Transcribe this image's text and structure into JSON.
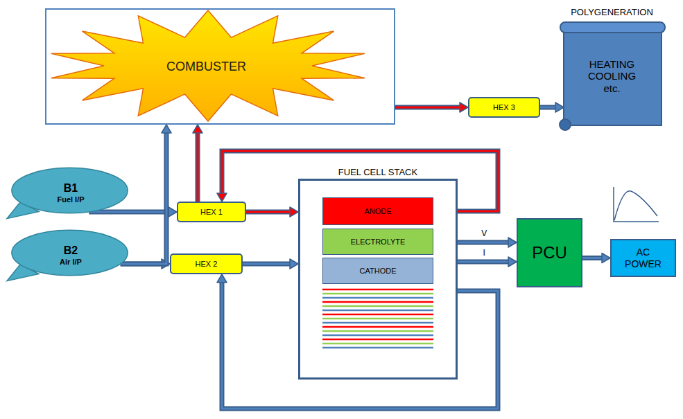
{
  "diagram": {
    "nodes": [
      {
        "text": [
          "COMBUSTER"
        ]
      },
      {
        "text": [
          "POLYGENERATION",
          "HEATING COOLING etc."
        ]
      },
      {
        "text": [
          "HEX 3"
        ]
      },
      {
        "text": [
          "B1",
          "Fuel I/P"
        ]
      },
      {
        "text": [
          "B2",
          "Air I/P"
        ]
      },
      {
        "text": [
          "HEX 1"
        ]
      },
      {
        "text": [
          "HEX 2"
        ]
      },
      {
        "text": [
          "FUEL CELL STACK"
        ]
      },
      {
        "text": [
          "ANODE"
        ],
        "in": 7
      },
      {
        "text": [
          "ELECTROLYTE"
        ],
        "in": 7
      },
      {
        "text": [
          "CATHODE"
        ],
        "in": 7
      },
      {
        "text": [
          "PCU"
        ]
      },
      {
        "text": [
          "AC POWER"
        ]
      }
    ],
    "edges": [
      {
        "from": 3,
        "to": 5,
        "arrow": "to"
      },
      {
        "from": 4,
        "to": 6,
        "arrow": "to"
      },
      {
        "from": 4,
        "to": 0,
        "arrow": "to"
      },
      {
        "from": 5,
        "to": 7,
        "arrow": "to"
      },
      {
        "from": 6,
        "to": 7,
        "arrow": "to"
      },
      {
        "from": 7,
        "to": 5,
        "arrow": "to"
      },
      {
        "from": 7,
        "to": 6,
        "arrow": "to"
      },
      {
        "from": 5,
        "to": 0,
        "arrow": "to"
      },
      {
        "from": 0,
        "to": 2,
        "arrow": "to"
      },
      {
        "from": 2,
        "to": 1,
        "arrow": "to"
      },
      {
        "from": 7,
        "to": 11,
        "label": "V",
        "arrow": "to"
      },
      {
        "from": 7,
        "to": 11,
        "label": "I",
        "arrow": "to"
      },
      {
        "from": 11,
        "to": 12,
        "arrow": "to"
      }
    ]
  }
}
